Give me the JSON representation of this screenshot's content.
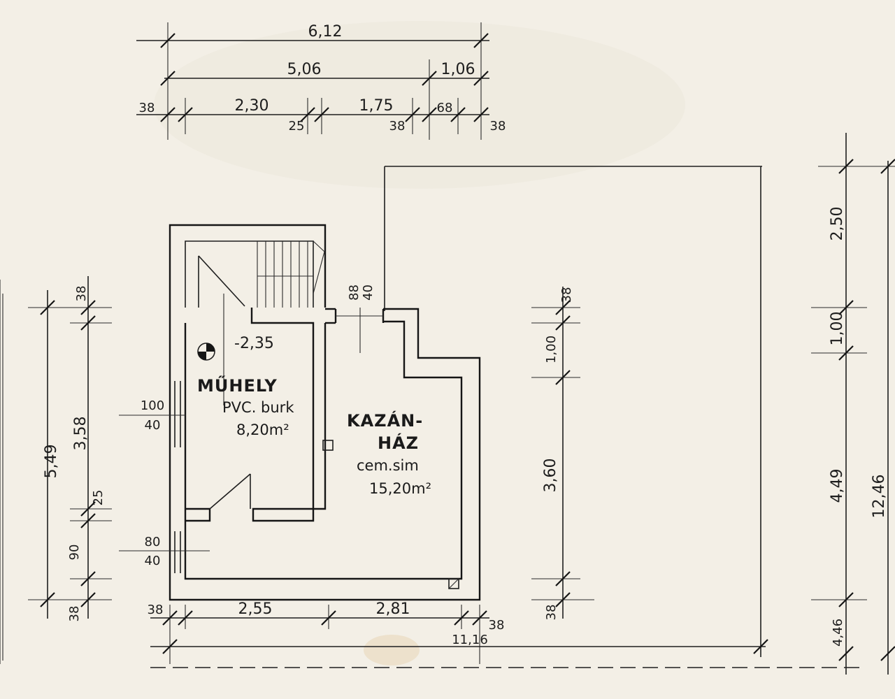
{
  "dimensions": {
    "top_total": "6,12",
    "top_sub_a": "5,06",
    "top_sub_b": "1,06",
    "top_row3_a": "38",
    "top_row3_b": "2,30",
    "top_row3_c": "25",
    "top_row3_d": "1,75",
    "top_row3_e": "38",
    "top_row3_f": "68",
    "top_row3_g": "38",
    "left_total": "5,49",
    "left_a": "38",
    "left_b": "3,58",
    "left_c": "25",
    "left_d": "90",
    "left_e": "38",
    "window_left_1_top": "100",
    "window_left_1_bot": "40",
    "window_left_2_top": "80",
    "window_left_2_bot": "40",
    "door_top_top": "88",
    "door_top_bot": "40",
    "height_mark": "-2,35",
    "bottom_a": "38",
    "bottom_b": "2,55",
    "bottom_c": "2,81",
    "bottom_d": "38",
    "bottom_e": "11,16",
    "mid_right_a": "38",
    "mid_right_b": "1,00",
    "mid_right_c": "3,60",
    "mid_right_d": "38",
    "far_right_a": "2,50",
    "far_right_b": "1,00",
    "far_right_c": "4,49",
    "far_right_d": "4,46",
    "far_right_total": "12,46"
  },
  "rooms": {
    "muhely": {
      "name": "MŰHELY",
      "floor": "PVC. burk",
      "area": "8,20m²"
    },
    "kazanhaz": {
      "name_1": "KAZÁN-",
      "name_2": "HÁZ",
      "floor": "cem.sim",
      "area": "15,20m²"
    }
  }
}
